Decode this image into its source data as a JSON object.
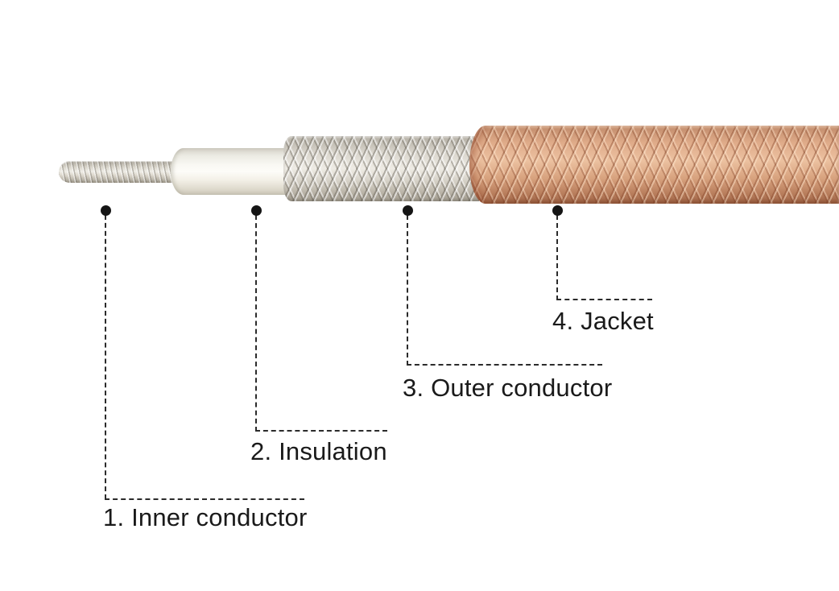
{
  "diagram": {
    "subject": "coaxial-cable-construction",
    "background_color": "#ffffff",
    "callout_color": "#1c1c1c",
    "labels": [
      {
        "number": "1.",
        "name": "Inner conductor",
        "text": "1. Inner conductor"
      },
      {
        "number": "2.",
        "name": "Insulation",
        "text": "2. Insulation"
      },
      {
        "number": "3.",
        "name": "Outer conductor",
        "text": "3. Outer conductor"
      },
      {
        "number": "4.",
        "name": "Jacket",
        "text": "4. Jacket"
      }
    ],
    "parts": [
      {
        "name": "inner-conductor",
        "appearance": "stranded-silver-wire",
        "color": "#d6d2c8"
      },
      {
        "name": "insulation",
        "appearance": "white-dielectric",
        "color": "#f7f4ed"
      },
      {
        "name": "outer-conductor",
        "appearance": "silver-braided-shield",
        "color": "#d8d3ca"
      },
      {
        "name": "jacket",
        "appearance": "copper-braided-jacket",
        "color": "#d49d7c"
      }
    ]
  }
}
